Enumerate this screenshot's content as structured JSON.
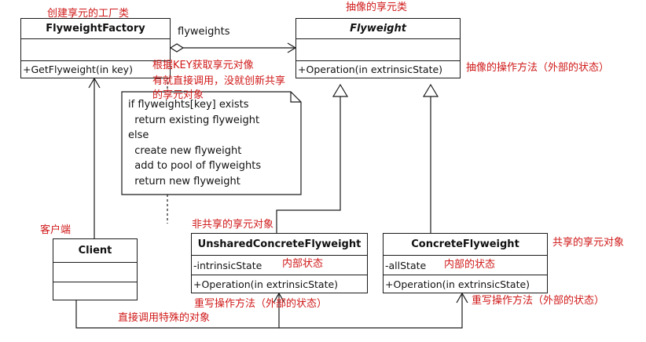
{
  "classes": {
    "factory": {
      "name": "FlyweightFactory",
      "method": "+GetFlyweight(in key)"
    },
    "flyweight": {
      "name": "Flyweight",
      "method": "+Operation(in extrinsicState)"
    },
    "unshared": {
      "name": "UnsharedConcreteFlyweight",
      "field": "-intrinsicState",
      "method": "+Operation(in extrinsicState)"
    },
    "concrete": {
      "name": "ConcreteFlyweight",
      "field": "-allState",
      "method": "+Operation(in extrinsicState)"
    },
    "client": {
      "name": "Client"
    }
  },
  "association_label": "flyweights",
  "note_lines": "if flyweights[key] exists\n  return existing flyweight\nelse\n  create new flyweight\n  add to pool of flyweights\n  return new flyweight",
  "annotations": {
    "factory_title": "创建享元的工厂类",
    "flyweight_title": "抽像的享元类",
    "flyweight_op": "抽像的操作方法（外部的状态）",
    "getflyweight_desc_1": "根据KEY获取享元对像",
    "getflyweight_desc_2": "有就直接调用，没就创新共享",
    "getflyweight_desc_3": "的享元对象",
    "client_title": "客户端",
    "unshared_title": "非共享的享元对象",
    "unshared_state": "内部状态",
    "unshared_op": "重写操作方法（外部的状态）",
    "concrete_title": "共享的享元对象",
    "concrete_state": "内部的状态",
    "concrete_op": "重写操作方法（外部的状态）",
    "client_call": "直接调用特殊的对象"
  },
  "colors": {
    "annotation": "#d01818",
    "line": "#1a1a1a"
  }
}
